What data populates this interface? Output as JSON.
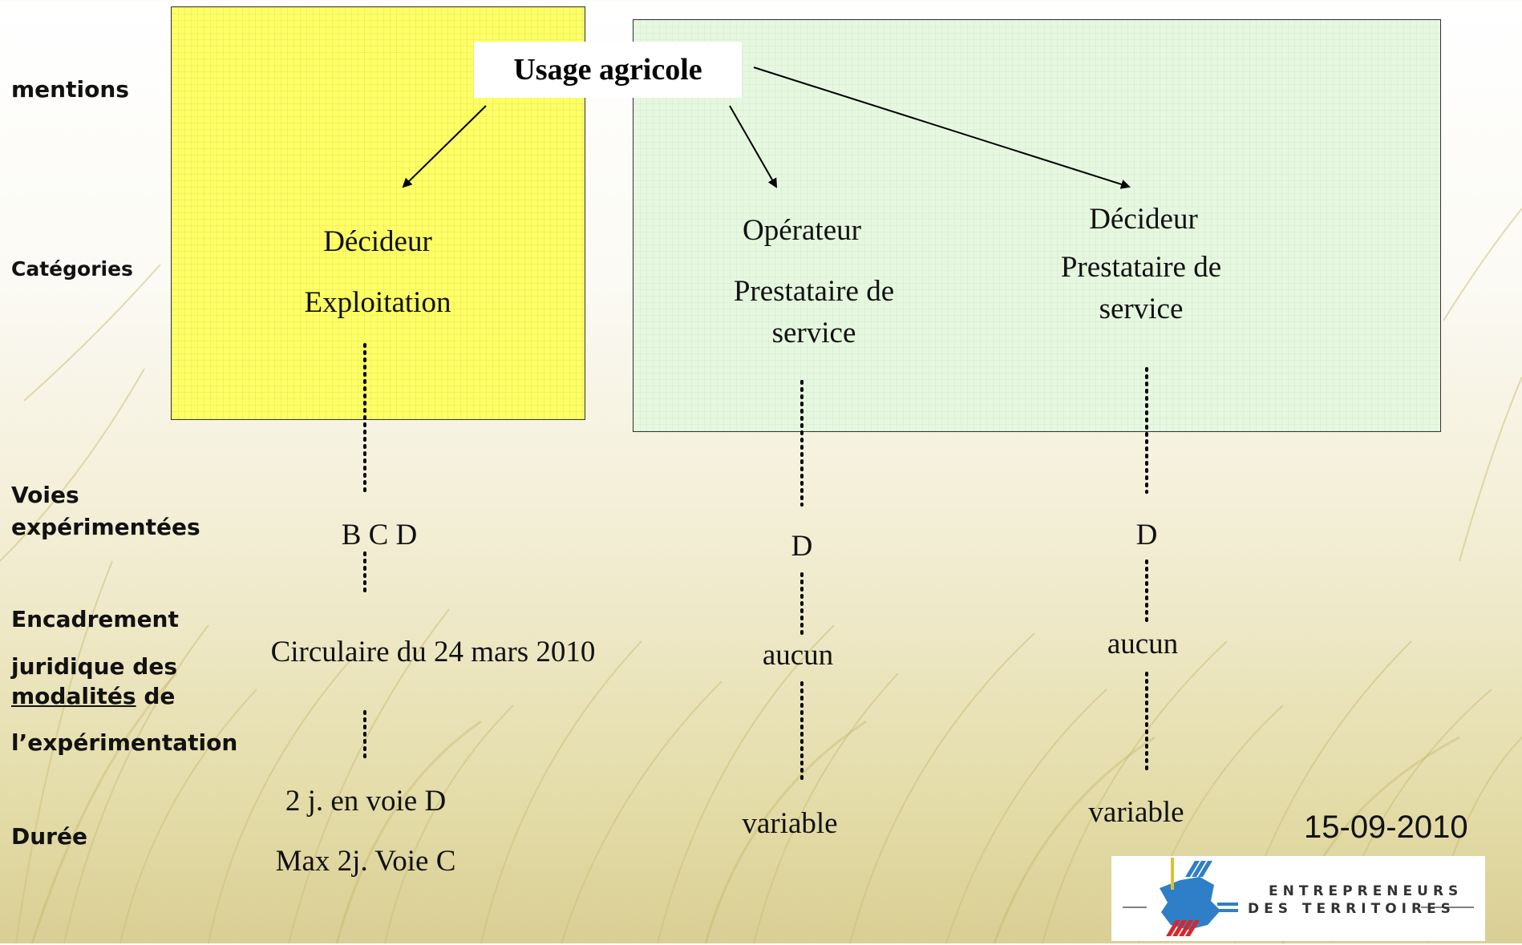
{
  "row_labels": {
    "mentions": "mentions",
    "categories": "Catégories",
    "voies_1": "Voies",
    "voies_2": "expérimentées",
    "encadrement_1": "Encadrement",
    "encadrement_2": "juridique des",
    "encadrement_3a": "modalités",
    "encadrement_3b": " de",
    "encadrement_4": "l’expérimentation",
    "duree": "Durée"
  },
  "header": {
    "usage": "Usage agricole"
  },
  "columns": [
    {
      "cat_1": "Décideur",
      "cat_2": "Exploitation",
      "voies": "B C D",
      "encadrement": "Circulaire du 24 mars 2010",
      "duree_1": "2 j. en voie D",
      "duree_2": "Max 2j. Voie C"
    },
    {
      "cat_1": "Opérateur",
      "cat_2": "Prestataire de",
      "cat_3": "service",
      "voies": "D",
      "encadrement": "aucun",
      "duree_1": "variable"
    },
    {
      "cat_1": "Décideur",
      "cat_2": "Prestataire de",
      "cat_3": "service",
      "voies": "D",
      "encadrement": "aucun",
      "duree_1": "variable"
    }
  ],
  "date": "15-09-2010",
  "logo": {
    "line1": "ENTREPRENEURS",
    "line2": "DES TERRITOIRES"
  },
  "colors": {
    "yellow_box": "#ffff66",
    "green_box": "#e6f8e0",
    "logo_blue": "#2f7fc8",
    "logo_red": "#d6262e"
  }
}
